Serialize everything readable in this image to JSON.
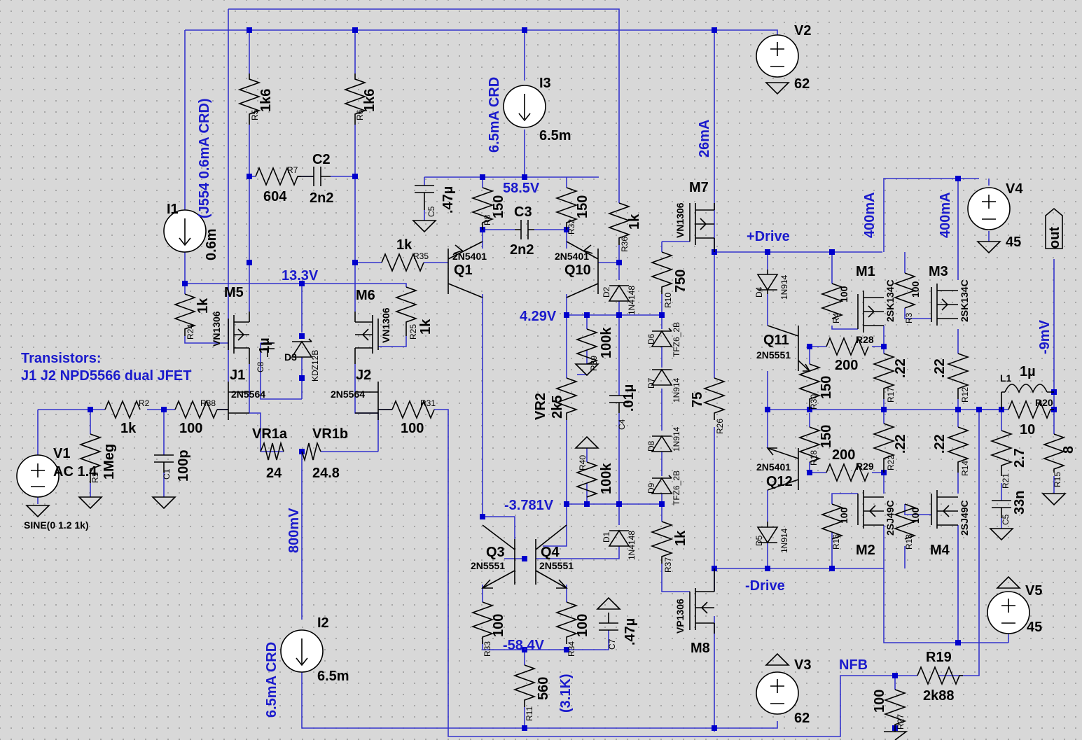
{
  "notes": {
    "transistors_title": "Transistors:",
    "transistors_line": "J1 J2 NPD5566 dual JFET"
  },
  "net_labels": {
    "v_58_5": "58.5V",
    "v_13_3": "13.3V",
    "v_4_29": "4.29V",
    "v_3_781": "-3.781V",
    "v_58_4": "-58.4V",
    "v_800mv": "800mV",
    "i_26ma": "26mA",
    "i_400ma_a": "400mA",
    "i_400ma_b": "400mA",
    "v_9mv": "-9mV",
    "crd_i1": "(J554 0.6mA CRD)",
    "crd_i3": "6.5mA CRD",
    "crd_i2": "6.5mA CRD",
    "plus_drive": "+Drive",
    "minus_drive": "-Drive",
    "nfb": "NFB",
    "r11_alt": "(3.1K)",
    "out_port": "out"
  },
  "sources": {
    "V1": {
      "name": "V1",
      "value": "AC 1.4",
      "func": "SINE(0 1.2 1k)"
    },
    "V2": {
      "name": "V2",
      "value": "62"
    },
    "V3": {
      "name": "V3",
      "value": "62"
    },
    "V4": {
      "name": "V4",
      "value": "45"
    },
    "V5": {
      "name": "V5",
      "value": "45"
    },
    "I1": {
      "name": "I1",
      "value": "0.6m"
    },
    "I2": {
      "name": "I2",
      "value": "6.5m"
    },
    "I3": {
      "name": "I3",
      "value": "6.5m"
    }
  },
  "resistors": {
    "R2": {
      "name": "R2",
      "value": "1k"
    },
    "R38": {
      "name": "R38",
      "value": "100"
    },
    "R1": {
      "name": "R1",
      "value": "1Meg"
    },
    "R5": {
      "name": "R5",
      "value": "1k6"
    },
    "R6": {
      "name": "R6",
      "value": "1k6"
    },
    "R7": {
      "name": "R7",
      "value": "604"
    },
    "R24": {
      "name": "R24",
      "value": "1k"
    },
    "R25": {
      "name": "R25",
      "value": "1k"
    },
    "R31": {
      "name": "R31",
      "value": "100"
    },
    "R35": {
      "name": "R35",
      "value": "1k"
    },
    "R8": {
      "name": "R8",
      "value": "150"
    },
    "R32": {
      "name": "R32",
      "value": "150"
    },
    "R36": {
      "name": "R36",
      "value": "1k"
    },
    "R39": {
      "name": "R39",
      "value": "100k"
    },
    "R40": {
      "name": "R40",
      "value": "100k"
    },
    "VR2": {
      "name": "VR2",
      "value": "2k5"
    },
    "R10": {
      "name": "R10",
      "value": "750"
    },
    "R37": {
      "name": "R37",
      "value": "1k"
    },
    "R26": {
      "name": "R26",
      "value": "75"
    },
    "R33": {
      "name": "R33",
      "value": "100"
    },
    "R34": {
      "name": "R34",
      "value": "100"
    },
    "R11": {
      "name": "R11",
      "value": "560"
    },
    "VR1a": {
      "name": "VR1a",
      "value": "24"
    },
    "VR1b": {
      "name": "VR1b",
      "value": "24.8"
    },
    "R4": {
      "name": "R4",
      "value": "100"
    },
    "R3": {
      "name": "R3",
      "value": "100"
    },
    "R28": {
      "name": "R28",
      "value": "200"
    },
    "R30": {
      "name": "R30",
      "value": "150"
    },
    "R18": {
      "name": "R18",
      "value": "150"
    },
    "R29": {
      "name": "R29",
      "value": "200"
    },
    "R17": {
      "name": "R17",
      "value": ".22"
    },
    "R12": {
      "name": "R12",
      "value": ".22"
    },
    "R22": {
      "name": "R22",
      "value": ".22"
    },
    "R14": {
      "name": "R14",
      "value": ".22"
    },
    "R16": {
      "name": "R16",
      "value": "100"
    },
    "R13": {
      "name": "R13",
      "value": "100"
    },
    "R20": {
      "name": "R20",
      "value": "10"
    },
    "R21": {
      "name": "R21",
      "value": "2.7"
    },
    "R15": {
      "name": "R15",
      "value": "8"
    },
    "R19": {
      "name": "R19",
      "value": "2k88"
    },
    "R27": {
      "name": "R27",
      "value": "100"
    }
  },
  "capacitors": {
    "C1": {
      "name": "C1",
      "value": "100p"
    },
    "C2": {
      "name": "C2",
      "value": "2n2"
    },
    "C3": {
      "name": "C3",
      "value": "2n2"
    },
    "C4": {
      "name": "C4",
      "value": ".01µ"
    },
    "C5": {
      "name": "C5",
      "value": ".47µ"
    },
    "C7": {
      "name": "C7",
      "value": ".47µ"
    },
    "C8": {
      "name": "C8",
      "value": "1µ"
    },
    "C9": {
      "name": "C5",
      "value": "33n"
    }
  },
  "inductors": {
    "L1": {
      "name": "L1",
      "value": "1µ"
    }
  },
  "semis": {
    "J1": {
      "name": "J1",
      "part": "2N5564"
    },
    "J2": {
      "name": "J2",
      "part": "2N5564"
    },
    "M5": {
      "name": "M5",
      "part": "VN1306"
    },
    "M6": {
      "name": "M6",
      "part": "VN1306"
    },
    "M7": {
      "name": "M7",
      "part": "VN1306"
    },
    "M8": {
      "name": "M8",
      "part": "VP1306"
    },
    "Q1": {
      "name": "Q1",
      "part": "2N5401"
    },
    "Q10": {
      "name": "Q10",
      "part": "2N5401"
    },
    "Q3": {
      "name": "Q3",
      "part": "2N5551"
    },
    "Q4": {
      "name": "Q4",
      "part": "2N5551"
    },
    "Q11": {
      "name": "Q11",
      "part": "2N5551"
    },
    "Q12": {
      "name": "Q12",
      "part": "2N5401"
    },
    "M1": {
      "name": "M1",
      "part": "2SK134C"
    },
    "M3": {
      "name": "M3",
      "part": "2SK134C"
    },
    "M2": {
      "name": "M2",
      "part": "2SJ49C"
    },
    "M4": {
      "name": "M4",
      "part": "2SJ49C"
    },
    "D1": {
      "name": "D1",
      "part": "1N4148"
    },
    "D2": {
      "name": "D2",
      "part": "1N4148"
    },
    "D3": {
      "name": "D3",
      "part": "KDZ12B"
    },
    "D4": {
      "name": "D4",
      "part": "1N914"
    },
    "D5": {
      "name": "D5",
      "part": "1N914"
    },
    "D6": {
      "name": "D6",
      "part": "TFZ6_2B"
    },
    "D7": {
      "name": "D7",
      "part": "1N914"
    },
    "D8": {
      "name": "D8",
      "part": "1N914"
    },
    "D9": {
      "name": "D9",
      "part": "TFZ6_2B"
    }
  },
  "colors": {
    "background": "#d8d8d8",
    "wire": "#3333cc",
    "component": "#000000",
    "net_label": "#1a1acc"
  }
}
